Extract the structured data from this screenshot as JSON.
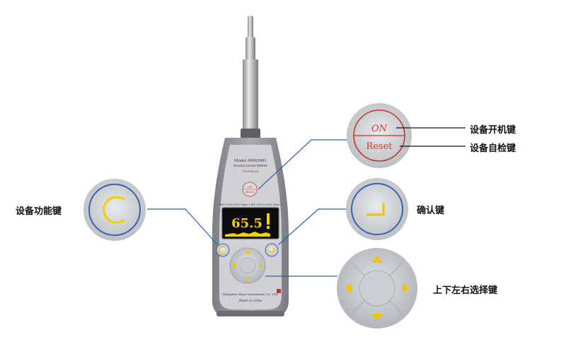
{
  "callouts": {
    "power": "设备开机键",
    "self_check": "设备自检键",
    "function": "设备功能键",
    "confirm": "确认键",
    "direction": "上下左右选择键"
  },
  "device": {
    "model_line1": "Model AWA5661",
    "model_line2": "Sound Level Meter",
    "overload": "Overload",
    "on_label": "ON",
    "reset_label": "Reset",
    "standard_text": "GB/T 3785-2010 Class 1  IEC 61672-2002 Class 1",
    "display_value": "65.5",
    "maker": "Hangzhou Aihua Instruments Co., LTD",
    "made_in": "Made in china"
  },
  "colors": {
    "callout_line": "#2b5fa8",
    "display_text": "#f6d100",
    "arrow": "#f2c200",
    "ring_blue": "#3a5fb5",
    "on_red": "#c0392b"
  }
}
